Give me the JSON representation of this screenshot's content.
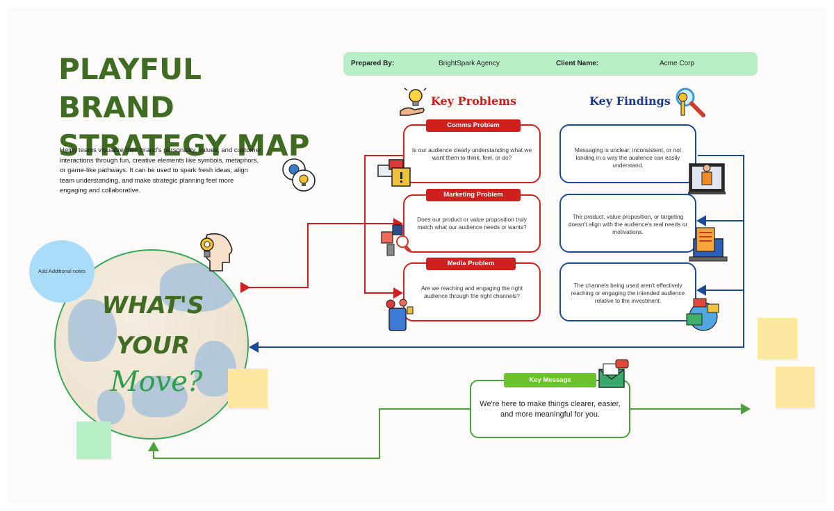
{
  "title": {
    "line1": "PLAYFUL BRAND",
    "line2": "STRATEGY MAP"
  },
  "description": "Helps teams visualize their brand's personality, values, and customer interactions through fun, creative elements like symbols, metaphors, or game-like pathways. It can be used to spark fresh ideas, align team understanding, and make strategic planning feel more engaging and collaborative.",
  "header": {
    "prepared_by_label": "Prepared By:",
    "prepared_by_value": "BrightSpark Agency",
    "client_label": "Client Name:",
    "client_value": "Acme Corp"
  },
  "key_problems": {
    "heading": "Key Problems",
    "items": [
      {
        "label": "Comms Problem",
        "text": "Is our audience clearly understanding what we want them to think, feel, or do?"
      },
      {
        "label": "Marketing Problem",
        "text": "Does our product or value proposition truly match what our audience needs or wants?"
      },
      {
        "label": "Media Problem",
        "text": "Are we reaching and engaging the right audience through the right channels?"
      }
    ]
  },
  "key_findings": {
    "heading": "Key Findings",
    "items": [
      {
        "text": "Messaging is unclear, inconsistent, or not landing in a way the audience can easily understand."
      },
      {
        "text": "The product, value proposition, or targeting doesn't align with the audience's real needs or motivations."
      },
      {
        "text": "The channels being used aren't effectively reaching or engaging the intended audience relative to the investment."
      }
    ]
  },
  "globe": {
    "line1": "WHAT'S",
    "line2": "YOUR",
    "line3": "Move?"
  },
  "notes_bubble": "Add Additional notes",
  "key_message": {
    "label": "Key Message",
    "text": "We're here to make things clearer, easier, and more meaningful for you."
  },
  "colors": {
    "brand_green": "#3f6b22",
    "problem_red": "#d01f1f",
    "finding_blue": "#1b4a9c",
    "message_green": "#6bc22a",
    "header_mint": "#b8eec5",
    "sticky_yellow": "#fde7a1",
    "sticky_green": "#b7f0c6",
    "bubble_blue": "#a9dcf8"
  },
  "icons": [
    "lightbulb-hand-icon",
    "magnifier-key-icon",
    "gear-bubble-icon",
    "head-lightbulb-icon",
    "chat-warning-icon",
    "puzzle-search-icon",
    "phone-alert-icon",
    "presenter-icon",
    "laptop-document-icon",
    "media-globe-icon",
    "envelope-icon"
  ]
}
